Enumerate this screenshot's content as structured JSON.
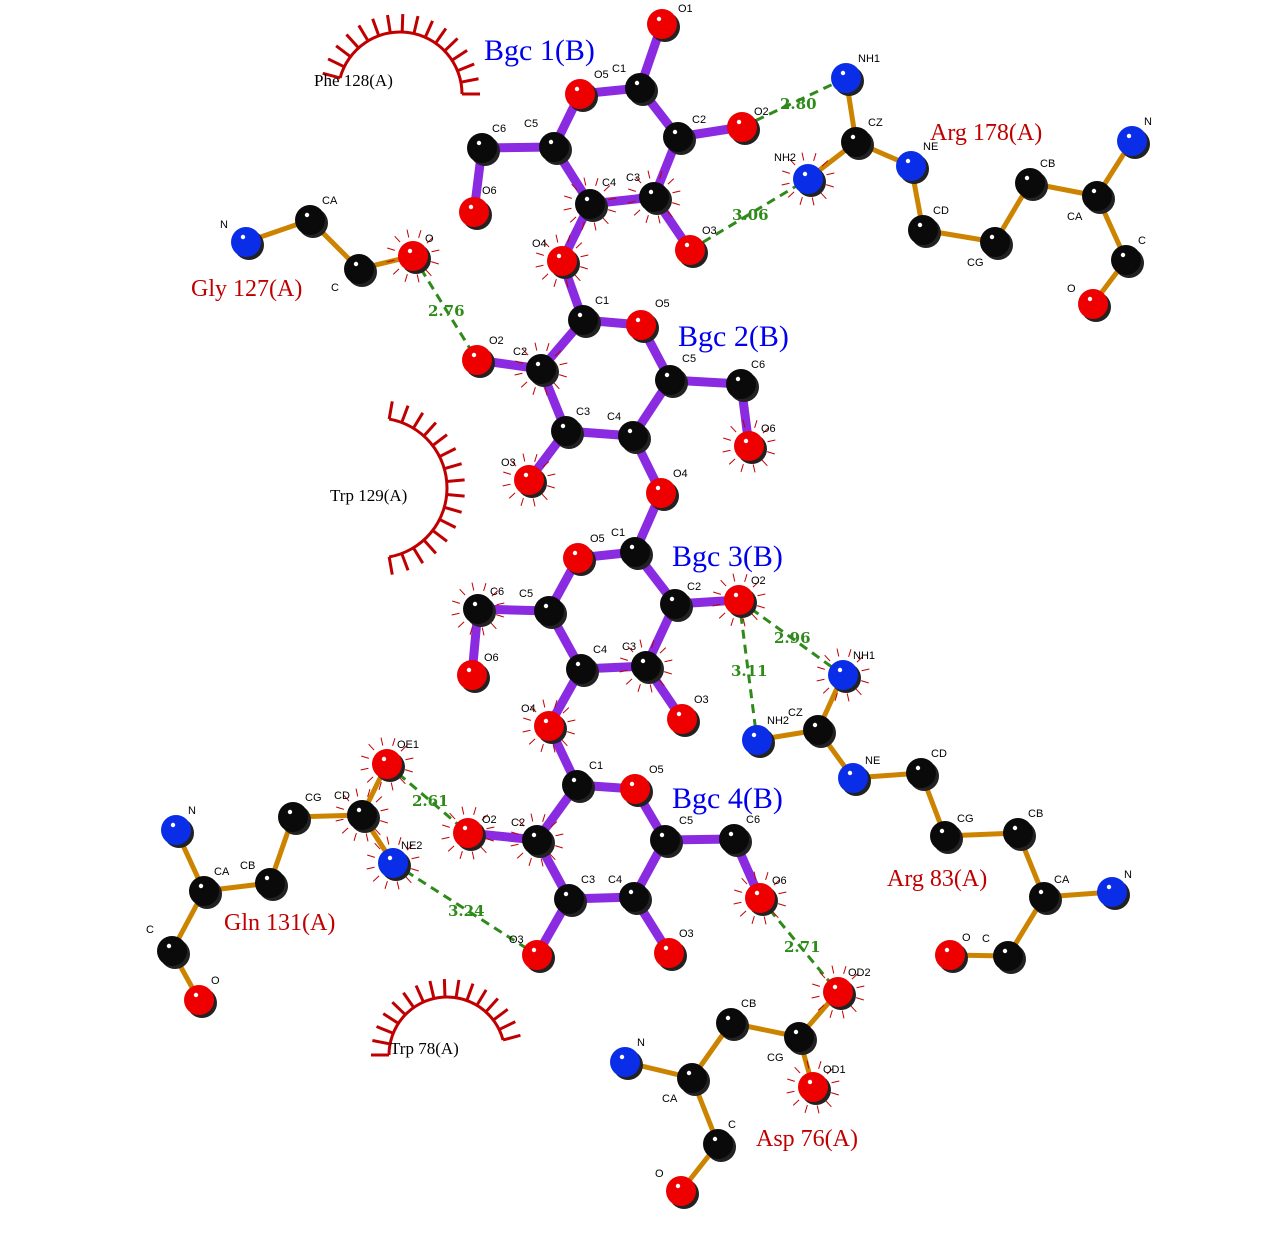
{
  "colors": {
    "carbon": "#0a0a0a",
    "oxygen": "#ee0000",
    "nitrogen": "#0a2ee8",
    "ligand_bond": "#8a2be2",
    "residue_bond": "#cc8400",
    "hbond": "#2e8b1a",
    "residue_label": "#c00000",
    "ligand_label": "#0000ee"
  },
  "ligands": [
    "Bgc 1(B)",
    "Bgc 2(B)",
    "Bgc 3(B)",
    "Bgc 4(B)"
  ],
  "residues": [
    "Arg 178(A)",
    "Gly 127(A)",
    "Arg 83(A)",
    "Gln 131(A)",
    "Asp 76(A)"
  ],
  "hydrophobic": [
    "Phe 128(A)",
    "Trp 129(A)",
    "Trp 78(A)"
  ],
  "hbonds": [
    "2.80",
    "3.06",
    "2.76",
    "2.96",
    "3.11",
    "2.61",
    "3.24",
    "2.71"
  ],
  "atom_labels": [
    "O1",
    "O5",
    "C1",
    "C2",
    "O2",
    "C6",
    "C5",
    "O6",
    "C4",
    "C3",
    "O3",
    "O4",
    "NH1",
    "CZ",
    "NH2",
    "NE",
    "CD",
    "CG",
    "CB",
    "CA",
    "N",
    "C",
    "O",
    "OE1",
    "NE2",
    "OD2",
    "OD1"
  ]
}
